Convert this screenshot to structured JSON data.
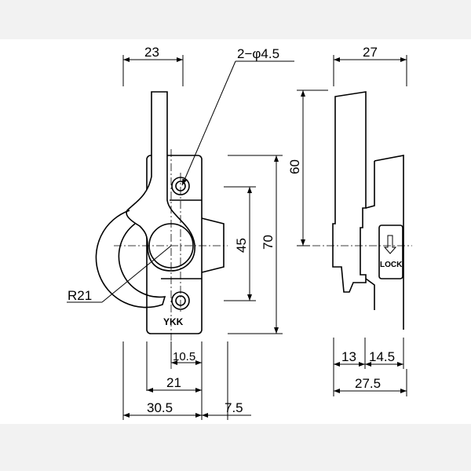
{
  "drawing": {
    "front_view": {
      "width_top": "23",
      "hole_callout": "2−φ4.5",
      "radius": "R21",
      "brand_mark": "YKK",
      "dim_10_5": "10.5",
      "dim_21": "21",
      "dim_30_5": "30.5",
      "dim_7_5": "7.5",
      "dim_45": "45",
      "dim_70": "70"
    },
    "side_view": {
      "width_top": "27",
      "dim_60": "60",
      "lock_label": "LOCK",
      "dim_13": "13",
      "dim_14_5": "14.5",
      "dim_27_5": "27.5"
    }
  }
}
